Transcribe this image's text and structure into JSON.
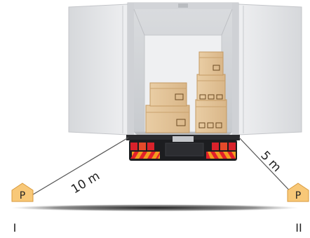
{
  "distances": {
    "left": "10 m",
    "right": "5 m"
  },
  "markers": {
    "left_symbol": "P",
    "right_symbol": "P",
    "left_position": "I",
    "right_position": "II"
  },
  "colors": {
    "truck_body_interior": "#dfe1e4",
    "door_panel": "#ebecee",
    "bumper": "#1c1d20",
    "reflector_red": "#e2202a",
    "reflector_orange": "#f39c1f",
    "tail_light": "#d8222b",
    "box_cardboard": "#e2c296",
    "person_marker_fill": "#f8c878",
    "person_marker_border": "#d89a3c",
    "rope": "#555555"
  },
  "icons": {
    "truck": "open-truck-rear-icon",
    "boxes": "cardboard-box-icon",
    "person_marker": "person-p-marker-icon"
  }
}
